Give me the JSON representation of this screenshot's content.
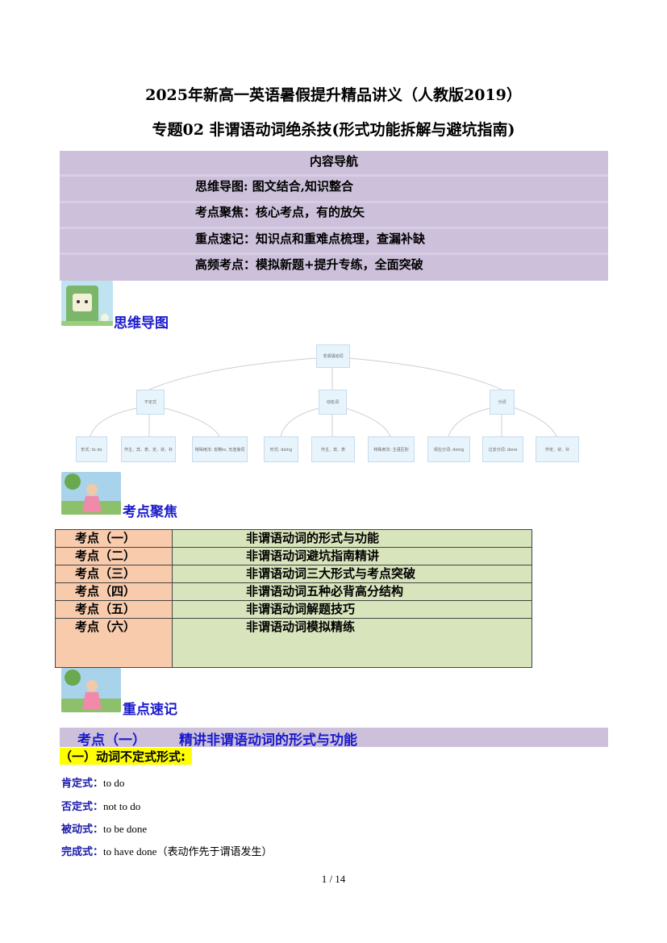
{
  "header": {
    "title": "2025年新高一英语暑假提升精品讲义（人教版2019）",
    "subtitle": "专题02 非谓语动词绝杀技(形式功能拆解与避坑指南)"
  },
  "nav": {
    "heading": "内容导航",
    "items": [
      "思维导图: 图文结合,知识整合",
      "考点聚焦：核心考点，有的放矢",
      "重点速记：知识点和重难点梳理，查漏补缺",
      "高频考点：模拟新题+提升专练，全面突破"
    ]
  },
  "sections": {
    "mindmap": "思维导图",
    "focus": "考点聚焦",
    "notes": "重点速记"
  },
  "mindmap": {
    "root": "非谓语动词",
    "children": [
      {
        "label": "不定式",
        "leaves": [
          "形式: to do",
          "作主、宾、表、定、状、补",
          "特殊用法: 省略to, 无连接词"
        ]
      },
      {
        "label": "动名词",
        "leaves": [
          "形式: doing",
          "作主、宾、表",
          "特殊用法: 主语区别"
        ]
      },
      {
        "label": "分词",
        "leaves": [
          "现在分词: doing",
          "过去分词: done",
          "作定、状、补"
        ]
      }
    ]
  },
  "focus_table": [
    {
      "point": "考点（一）",
      "topic": "非谓语动词的形式与功能"
    },
    {
      "point": "考点（二）",
      "topic": "非谓语动词避坑指南精讲"
    },
    {
      "point": "考点（三）",
      "topic": "非谓语动词三大形式与考点突破"
    },
    {
      "point": "考点（四）",
      "topic": "非谓语动词五种必背高分结构"
    },
    {
      "point": "考点（五）",
      "topic": "非谓语动词解题技巧"
    },
    {
      "point": "考点（六）",
      "topic": "非谓语动词模拟精练"
    }
  ],
  "section1": {
    "point": "考点（一）",
    "title": "精讲非谓语动词的形式与功能",
    "subheading": "（一）动词不定式形式:",
    "lines": [
      {
        "label": "肯定式：",
        "text": "to do"
      },
      {
        "label": "否定式：",
        "text": "not to do"
      },
      {
        "label": "被动式：",
        "text": "to be done"
      },
      {
        "label": "完成式：",
        "text": "to have done（表动作先于谓语发生）"
      }
    ]
  },
  "footer": {
    "page": "1 / 14"
  }
}
